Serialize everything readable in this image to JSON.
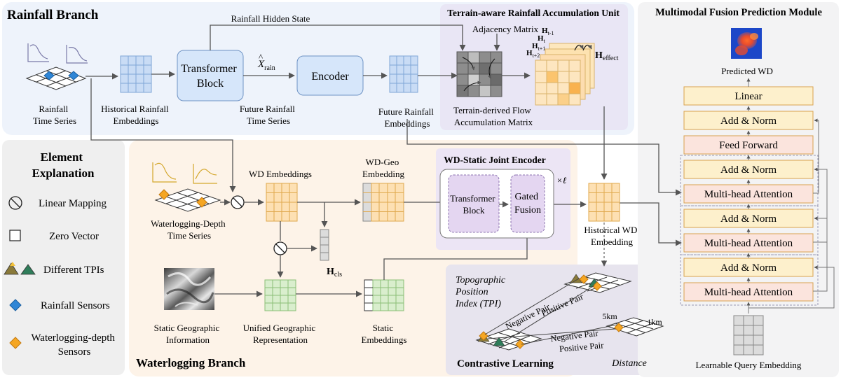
{
  "rainfall_branch": {
    "title": "Rainfall Branch",
    "hidden_state_label": "Rainfall Hidden State",
    "transformer_label": [
      "Transformer",
      "Block"
    ],
    "xhat_symbol": "X",
    "xhat_sub": "rain",
    "encoder_label": "Encoder",
    "rainfall_series_label": [
      "Rainfall",
      "Time Series"
    ],
    "historical_emb_label": [
      "Historical Rainfall",
      "Embeddings"
    ],
    "future_series_label": [
      "Future Rainfall",
      "Time Series"
    ],
    "future_emb_label": [
      "Future Rainfall",
      "Embeddings"
    ]
  },
  "terrain_unit": {
    "title": "Terrain-aware Rainfall Accumulation Unit",
    "adjacency_label": "Adjacency Matrix",
    "flow_matrix_label": [
      "Terrain-derived Flow",
      "Accumulation Matrix"
    ],
    "h_labels": {
      "h_t_minus_1": {
        "base": "H",
        "sub": "t-1"
      },
      "h_t": {
        "base": "H",
        "sub": "t"
      },
      "h_t_plus_1": {
        "base": "H",
        "sub": "t+1"
      },
      "h_t_plus_2": {
        "base": "H",
        "sub": "t+2"
      },
      "h_effect": {
        "base": "H",
        "sub": "effect"
      }
    }
  },
  "legend": {
    "title": [
      "Element",
      "Explanation"
    ],
    "items": [
      {
        "label": "Linear Mapping",
        "icon": "linear-mapping-icon"
      },
      {
        "label": "Zero Vector",
        "icon": "zero-vector-icon"
      },
      {
        "label": "Different TPIs",
        "icon": "tpi-mountains-icon"
      },
      {
        "label": "Rainfall Sensors",
        "icon": "rainfall-sensor-icon"
      },
      {
        "label": [
          "Waterlogging-depth",
          "Sensors"
        ],
        "icon": "waterlogging-sensor-icon"
      }
    ]
  },
  "waterlogging_branch": {
    "title": "Waterlogging Branch",
    "wd_embeddings_label": "WD Embeddings",
    "wd_geo_label": [
      "WD-Geo",
      "Embedding"
    ],
    "wd_series_label": [
      "Waterlogging-Depth",
      "Time Series"
    ],
    "hcls": {
      "base": "H",
      "sub": "cls"
    },
    "static_geo_label": [
      "Static Geographic",
      "Information"
    ],
    "unified_geo_label": [
      "Unified Geographic",
      "Representation"
    ],
    "static_emb_label": [
      "Static",
      "Embeddings"
    ],
    "historical_wd_label": [
      "Historical WD",
      "Embedding"
    ]
  },
  "joint_encoder": {
    "title": "WD-Static Joint Encoder",
    "transformer_label": [
      "Transformer",
      "Block"
    ],
    "gated_label": [
      "Gated",
      "Fusion"
    ],
    "repeat": "×ℓ"
  },
  "contrastive": {
    "tpi_label": [
      "Topographic",
      "Position",
      "Index (TPI)"
    ],
    "negative_pair_1": "Negative Pair",
    "positive_pair_1": "Positive Pair",
    "negative_pair_2": "Negative Pair",
    "positive_pair_2": "Positive Pair",
    "distance_5km": "5km",
    "distance_1km": "1km",
    "title": "Contrastive Learning",
    "distance_label": "Distance"
  },
  "fusion_module": {
    "title": "Multimodal Fusion Prediction Module",
    "predicted_label": "Predicted WD",
    "blocks": {
      "linear": "Linear",
      "add_norm_top": "Add & Norm",
      "feed_forward": "Feed Forward",
      "add_norm_2": "Add & Norm",
      "mha_1": "Multi-head Attention",
      "add_norm_3": "Add & Norm",
      "mha_2": "Multi-head Attention",
      "add_norm_4": "Add & Norm",
      "mha_3": "Multi-head Attention"
    },
    "query_label": "Learnable Query Embedding"
  },
  "colors": {
    "rain_panel": "#eef3fb",
    "legend_panel": "#efefef",
    "water_panel": "#fdf3e8",
    "terrain_panel": "#ece8f6",
    "joint_panel": "#ece6f6",
    "contrast_panel": "#e6e3ee",
    "fusion_panel": "#f3f3f4",
    "blue_block": "#d6e6fa",
    "blue_grid": "#c9dcf5",
    "orange_grid": "#fce0b3",
    "green_grid": "#d9eecd",
    "yellow_block": "#fdf0cc",
    "pink_block": "#fbe4dd"
  }
}
